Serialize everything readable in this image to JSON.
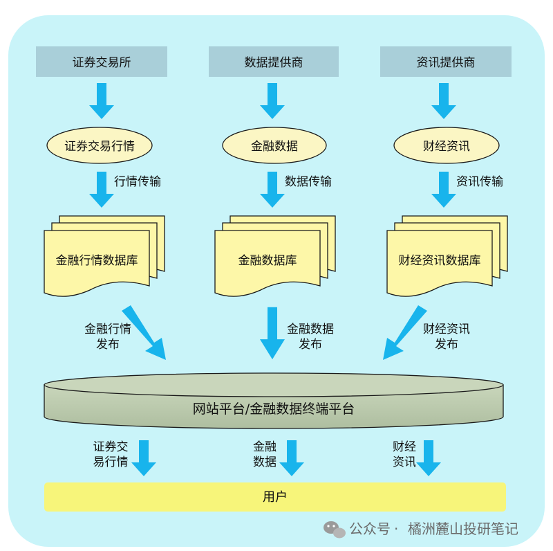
{
  "sources": {
    "exchange": "证券交易所",
    "data_vendor": "数据提供商",
    "info_vendor": "资讯提供商"
  },
  "products": {
    "market_quotes": "证券交易行情",
    "financial_data": "金融数据",
    "financial_news": "财经资讯"
  },
  "transmission": {
    "quotes": "行情传输",
    "data": "数据传输",
    "news": "资讯传输"
  },
  "databases": {
    "quotes_db": "金融行情数据库",
    "data_db": "金融数据库",
    "news_db": "财经资讯数据库"
  },
  "publish": {
    "quotes_line1": "金融行情",
    "quotes_line2": "发布",
    "data_line1": "金融数据",
    "data_line2": "发布",
    "news_line1": "财经资讯",
    "news_line2": "发布"
  },
  "platform": "网站平台/金融数据终端平台",
  "delivery": {
    "quotes_line1": "证券交",
    "quotes_line2": "易行情",
    "data_line1": "金融",
    "data_line2": "数据",
    "news_line1": "财经",
    "news_line2": "资讯"
  },
  "user": "用户",
  "watermark": {
    "prefix": "公众号",
    "separator": "·",
    "account": "橘洲麓山投研笔记"
  },
  "colors": {
    "outer_panel": "#c9f4f9",
    "source_box": "#a9cfd9",
    "ellipse_fill": "#fbf6c4",
    "doc_fill": "#fdf7a8",
    "arrow": "#18b4ec",
    "platform_fill": "#bccaaf",
    "user_bar": "#f7f57a"
  }
}
